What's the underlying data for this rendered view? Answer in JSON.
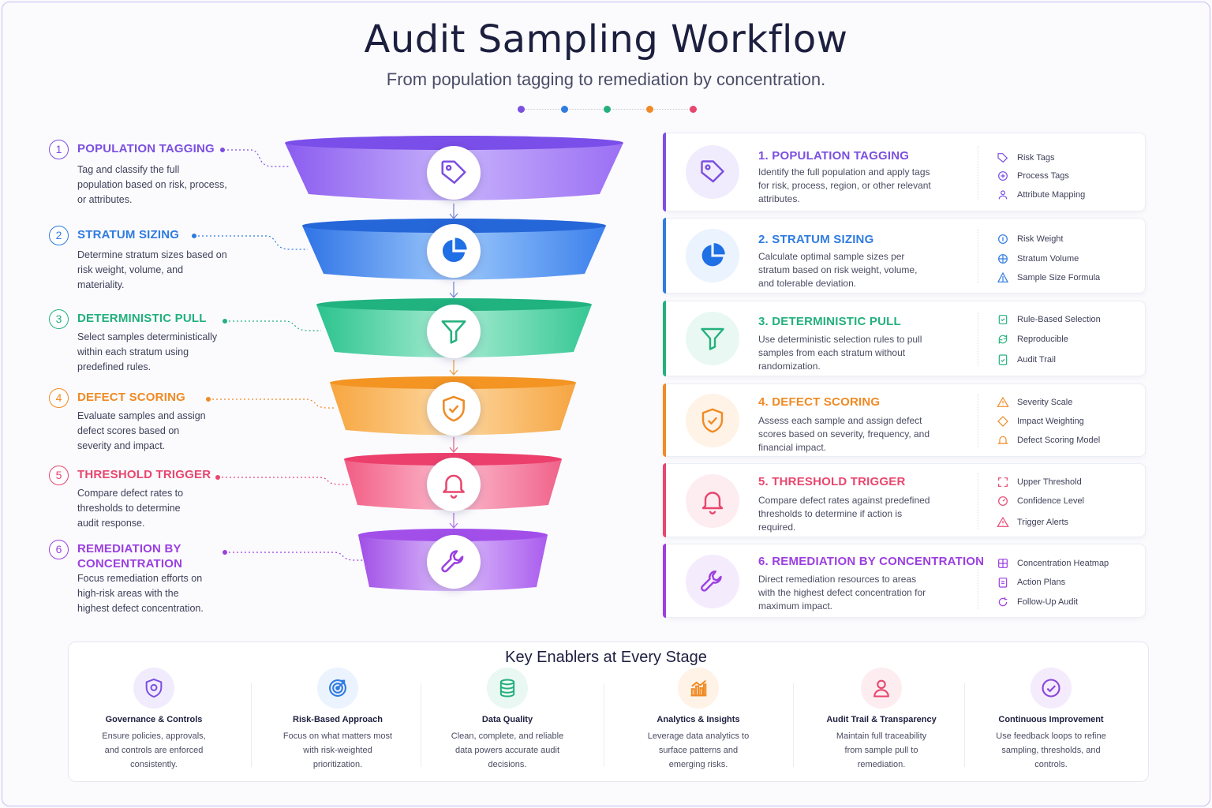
{
  "header": {
    "title": "Audit Sampling Workflow",
    "subtitle": "From population tagging to remediation by concentration."
  },
  "colors": {
    "purple": "#7b4fe0",
    "blue": "#2f7be0",
    "green": "#23b07d",
    "orange": "#f08a24",
    "pink": "#e8466e",
    "violet": "#9b3fe0"
  },
  "stages": [
    {
      "num": "1",
      "name": "POPULATION TAGGING",
      "desc": "Tag and classify the full population based on risk, process, or attributes.",
      "icon": "tag-icon",
      "card_title": "1. POPULATION TAGGING",
      "card_desc": "Identify the full population and apply tags for risk, process, region, or other relevant attributes.",
      "features": [
        {
          "label": "Risk Tags",
          "icon": "tag-icon"
        },
        {
          "label": "Process Tags",
          "icon": "cycle-icon"
        },
        {
          "label": "Attribute Mapping",
          "icon": "people-icon"
        }
      ]
    },
    {
      "num": "2",
      "name": "STRATUM SIZING",
      "desc": "Determine stratum sizes based on risk weight, volume, and materiality.",
      "icon": "pie-chart-icon",
      "card_title": "2. STRATUM SIZING",
      "card_desc": "Calculate optimal sample sizes per stratum based on risk weight, volume, and tolerable deviation.",
      "features": [
        {
          "label": "Risk Weight",
          "icon": "weight-icon"
        },
        {
          "label": "Stratum Volume",
          "icon": "crosshair-icon"
        },
        {
          "label": "Sample Size Formula",
          "icon": "formula-icon"
        }
      ]
    },
    {
      "num": "3",
      "name": "DETERMINISTIC PULL",
      "desc": "Select samples deterministically within each stratum using predefined rules.",
      "icon": "funnel-icon",
      "card_title": "3. DETERMINISTIC PULL",
      "card_desc": "Use deterministic selection rules to pull samples from each stratum without randomization.",
      "features": [
        {
          "label": "Rule-Based Selection",
          "icon": "checklist-icon"
        },
        {
          "label": "Reproducible",
          "icon": "refresh-icon"
        },
        {
          "label": "Audit Trail",
          "icon": "document-icon"
        }
      ]
    },
    {
      "num": "4",
      "name": "DEFECT SCORING",
      "desc": "Evaluate samples and assign defect scores based on severity and impact.",
      "icon": "shield-check-icon",
      "card_title": "4. DEFECT SCORING",
      "card_desc": "Assess each sample and assign defect scores based on severity, frequency, and financial impact.",
      "features": [
        {
          "label": "Severity Scale",
          "icon": "warning-icon"
        },
        {
          "label": "Impact Weighting",
          "icon": "diamond-icon"
        },
        {
          "label": "Defect Scoring Model",
          "icon": "bell-icon"
        }
      ]
    },
    {
      "num": "5",
      "name": "THRESHOLD TRIGGER",
      "desc": "Compare defect rates to thresholds to determine audit response.",
      "icon": "bell-icon",
      "card_title": "5. THRESHOLD TRIGGER",
      "card_desc": "Compare defect rates against predefined thresholds to determine if action is required.",
      "features": [
        {
          "label": "Upper Threshold",
          "icon": "frame-icon"
        },
        {
          "label": "Confidence Level",
          "icon": "gauge-icon"
        },
        {
          "label": "Trigger Alerts",
          "icon": "warning-icon"
        }
      ]
    },
    {
      "num": "6",
      "name": "REMEDIATION BY CONCENTRATION",
      "desc": "Focus remediation efforts on high-risk areas with the highest defect concentration.",
      "icon": "wrench-icon",
      "card_title": "6. REMEDIATION BY CONCENTRATION",
      "card_desc": "Direct remediation resources to areas with the highest defect concentration for maximum impact.",
      "features": [
        {
          "label": "Concentration Heatmap",
          "icon": "grid-icon"
        },
        {
          "label": "Action Plans",
          "icon": "clipboard-icon"
        },
        {
          "label": "Follow-Up Audit",
          "icon": "loop-icon"
        }
      ]
    }
  ],
  "enablers": {
    "title": "Key Enablers at Every Stage",
    "items": [
      {
        "name": "Governance & Controls",
        "desc": "Ensure policies, approvals, and controls are enforced consistently.",
        "icon": "shield-icon",
        "color": "#7b4fe0"
      },
      {
        "name": "Risk-Based Approach",
        "desc": "Focus on what matters most with risk-weighted prioritization.",
        "icon": "target-icon",
        "color": "#2f7be0"
      },
      {
        "name": "Data Quality",
        "desc": "Clean, complete, and reliable data powers accurate audit decisions.",
        "icon": "database-icon",
        "color": "#23b07d"
      },
      {
        "name": "Analytics & Insights",
        "desc": "Leverage data analytics to surface patterns and emerging risks.",
        "icon": "bar-chart-icon",
        "color": "#f08a24"
      },
      {
        "name": "Audit Trail & Transparency",
        "desc": "Maintain full traceability from sample pull to remediation.",
        "icon": "user-icon",
        "color": "#e8466e"
      },
      {
        "name": "Continuous Improvement",
        "desc": "Use feedback loops to refine sampling, thresholds, and controls.",
        "icon": "check-circle-icon",
        "color": "#8a45d8"
      }
    ]
  }
}
